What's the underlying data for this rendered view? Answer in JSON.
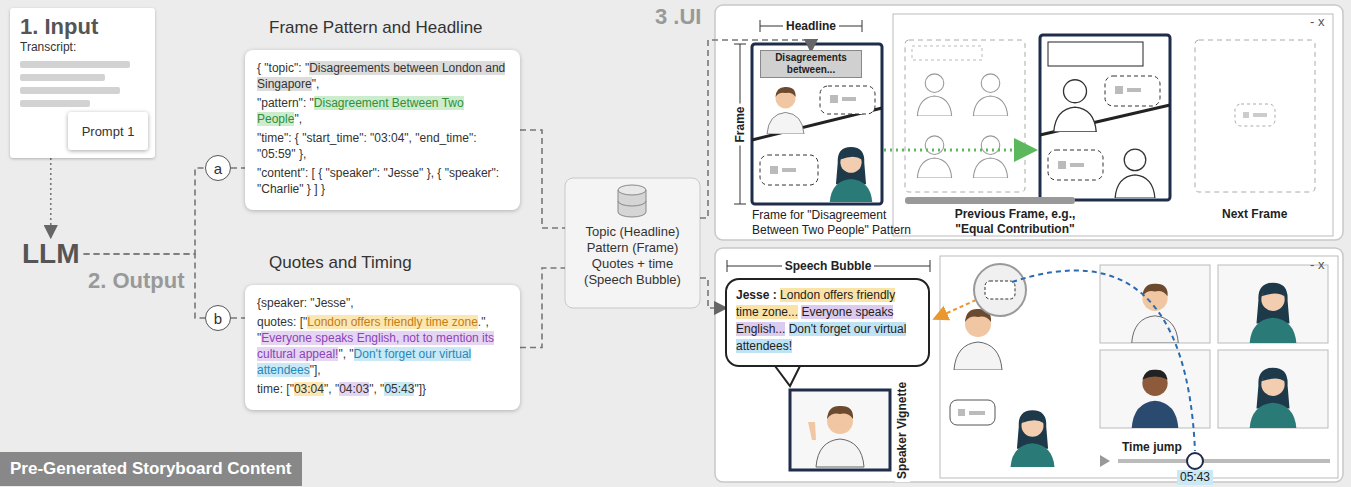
{
  "diagram": {
    "nodes": [
      {
        "text": [
          "1. Input",
          "Transcript:"
        ]
      },
      {
        "text": [
          "Prompt 1"
        ],
        "in": 0
      },
      {
        "text": [
          "LLM"
        ]
      },
      {
        "text": [
          "a"
        ]
      },
      {
        "text": [
          "b"
        ]
      },
      {
        "text": [
          "Frame Pattern and Headline",
          "{ \"topic\": \"",
          "Disagreements between London and Singapore",
          "\",",
          "\"pattern\": \"",
          "Disagreement Between Two People",
          "\",",
          "\"time\": { \"start_time\": \"03:04\", \"end_time\": \"05:59\" },",
          "\"content\": [ { \"speaker\": \"Jesse\" }, { \"speaker\": \"Charlie\" } ] }"
        ]
      },
      {
        "text": [
          "Quotes and Timing",
          "{speaker: \"Jesse\",",
          "quotes: [\"",
          "London offers friendly time zone",
          ".\", \"",
          "Everyone speaks English, not to mention its cultural appeal!",
          "\", \"",
          "Don't forget our virtual attendees",
          "\"],",
          "time: [\"",
          "03:04",
          "\", \"",
          "04:03",
          "\", \"",
          "05:43",
          "\"]}"
        ]
      },
      {
        "text": [
          "Topic (Headline) Pattern (Frame) Quotes + time (Speech Bubble)"
        ]
      },
      {
        "text": [
          "Disagreements between..."
        ]
      },
      {
        "text": [
          "Jesse : ",
          "London offers friendly time zone...",
          " ",
          "Everyone speaks English...",
          " ",
          "Don't forget our virtual attendees!"
        ]
      },
      {
        "text": [
          "Pre-Generated Storyboard Content"
        ]
      }
    ],
    "edges": [
      {
        "from": 0,
        "to": 2,
        "arrow": "to"
      },
      {
        "from": 2,
        "to": 3,
        "arrow": "none"
      },
      {
        "from": 2,
        "to": 4,
        "arrow": "none"
      },
      {
        "from": 3,
        "to": 5,
        "arrow": "none"
      },
      {
        "from": 4,
        "to": 6,
        "arrow": "none"
      },
      {
        "from": 5,
        "to": 7,
        "arrow": "none"
      },
      {
        "from": 6,
        "to": 7,
        "arrow": "none"
      },
      {
        "from": 7,
        "to": 8,
        "arrow": "to"
      },
      {
        "from": 7,
        "to": 9,
        "arrow": "to"
      }
    ],
    "labels": [
      "2. Output",
      "3 .UI",
      "Headline",
      "Frame",
      "Frame for \"Disagreement Between Two People\" Pattern",
      "Previous Frame, e.g., \"Equal Contribution\"",
      "- x",
      "Next Frame",
      "Speech Bubble",
      "Speaker Vignette",
      "- x",
      "Time jump",
      "05:43"
    ]
  }
}
